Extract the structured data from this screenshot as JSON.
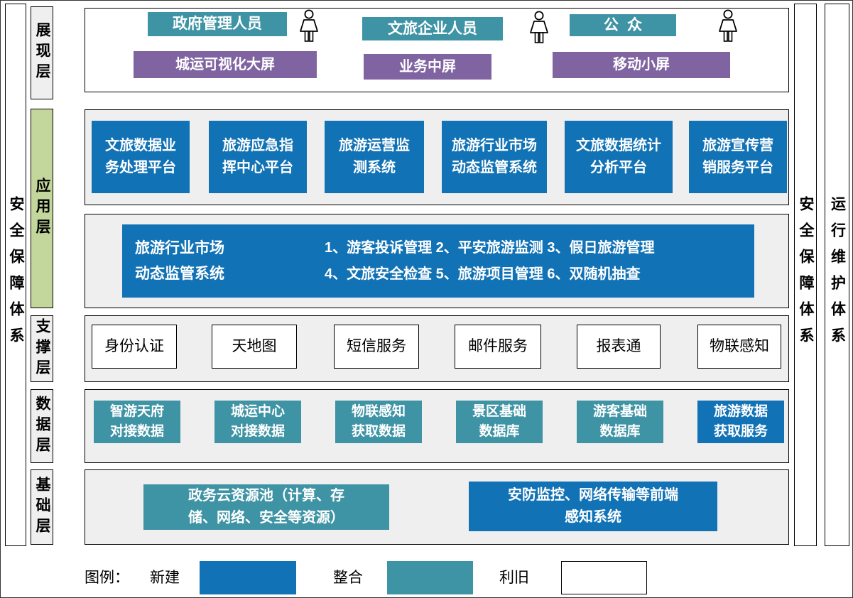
{
  "colors": {
    "new": "#1272B6",
    "integrate": "#3E93A4",
    "screen": "#8064A2",
    "app-layer": "#C3D69B",
    "row-bg": "#EFEFEF"
  },
  "frame": {
    "left_security": "安全保障体系",
    "right_security": "安全保障体系",
    "right_ops": "运行维护体系",
    "layers": {
      "presentation": "展现层",
      "application": "应用层",
      "support": "支撑层",
      "data": "数据层",
      "base": "基础层"
    }
  },
  "presentation": {
    "users": [
      {
        "label": "政府管理人员"
      },
      {
        "label": "文旅企业人员"
      },
      {
        "label": "公众"
      }
    ],
    "screens": [
      {
        "label": "城运可视化大屏"
      },
      {
        "label": "业务中屏"
      },
      {
        "label": "移动小屏"
      }
    ]
  },
  "application": {
    "platforms": [
      {
        "label": "文旅数据业\n务处理平台",
        "type": "new"
      },
      {
        "label": "旅游应急指\n挥中心平台",
        "type": "new"
      },
      {
        "label": "旅游运营监\n测系统",
        "type": "new"
      },
      {
        "label": "旅游行业市场\n动态监管系统",
        "type": "new"
      },
      {
        "label": "文旅数据统计\n分析平台",
        "type": "new"
      },
      {
        "label": "旅游宣传营\n销服务平台",
        "type": "new"
      }
    ],
    "detail": {
      "title": "旅游行业市场\n动态监管系统",
      "items": "1、游客投诉管理 2、平安旅游监测 3、假日旅游管理\n4、文旅安全检查 5、旅游项目管理 6、双随机抽查"
    }
  },
  "support": {
    "services": [
      {
        "label": "身份认证"
      },
      {
        "label": "天地图"
      },
      {
        "label": "短信服务"
      },
      {
        "label": "邮件服务"
      },
      {
        "label": "报表通"
      },
      {
        "label": "物联感知"
      }
    ]
  },
  "data_layer": {
    "sources": [
      {
        "label": "智游天府\n对接数据",
        "type": "integrate"
      },
      {
        "label": "城运中心\n对接数据",
        "type": "integrate"
      },
      {
        "label": "物联感知\n获取数据",
        "type": "integrate"
      },
      {
        "label": "景区基础\n数据库",
        "type": "integrate"
      },
      {
        "label": "游客基础\n数据库",
        "type": "integrate"
      },
      {
        "label": "旅游数据\n获取服务",
        "type": "new"
      }
    ]
  },
  "base_layer": {
    "facilities": [
      {
        "label": "政务云资源池（计算、存\n储、网络、安全等资源）",
        "type": "integrate"
      },
      {
        "label": "安防监控、网络传输等前端\n感知系统",
        "type": "new"
      }
    ]
  },
  "legend": {
    "title": "图例：",
    "new_label": "新建",
    "integrate_label": "整合",
    "reuse_label": "利旧"
  }
}
